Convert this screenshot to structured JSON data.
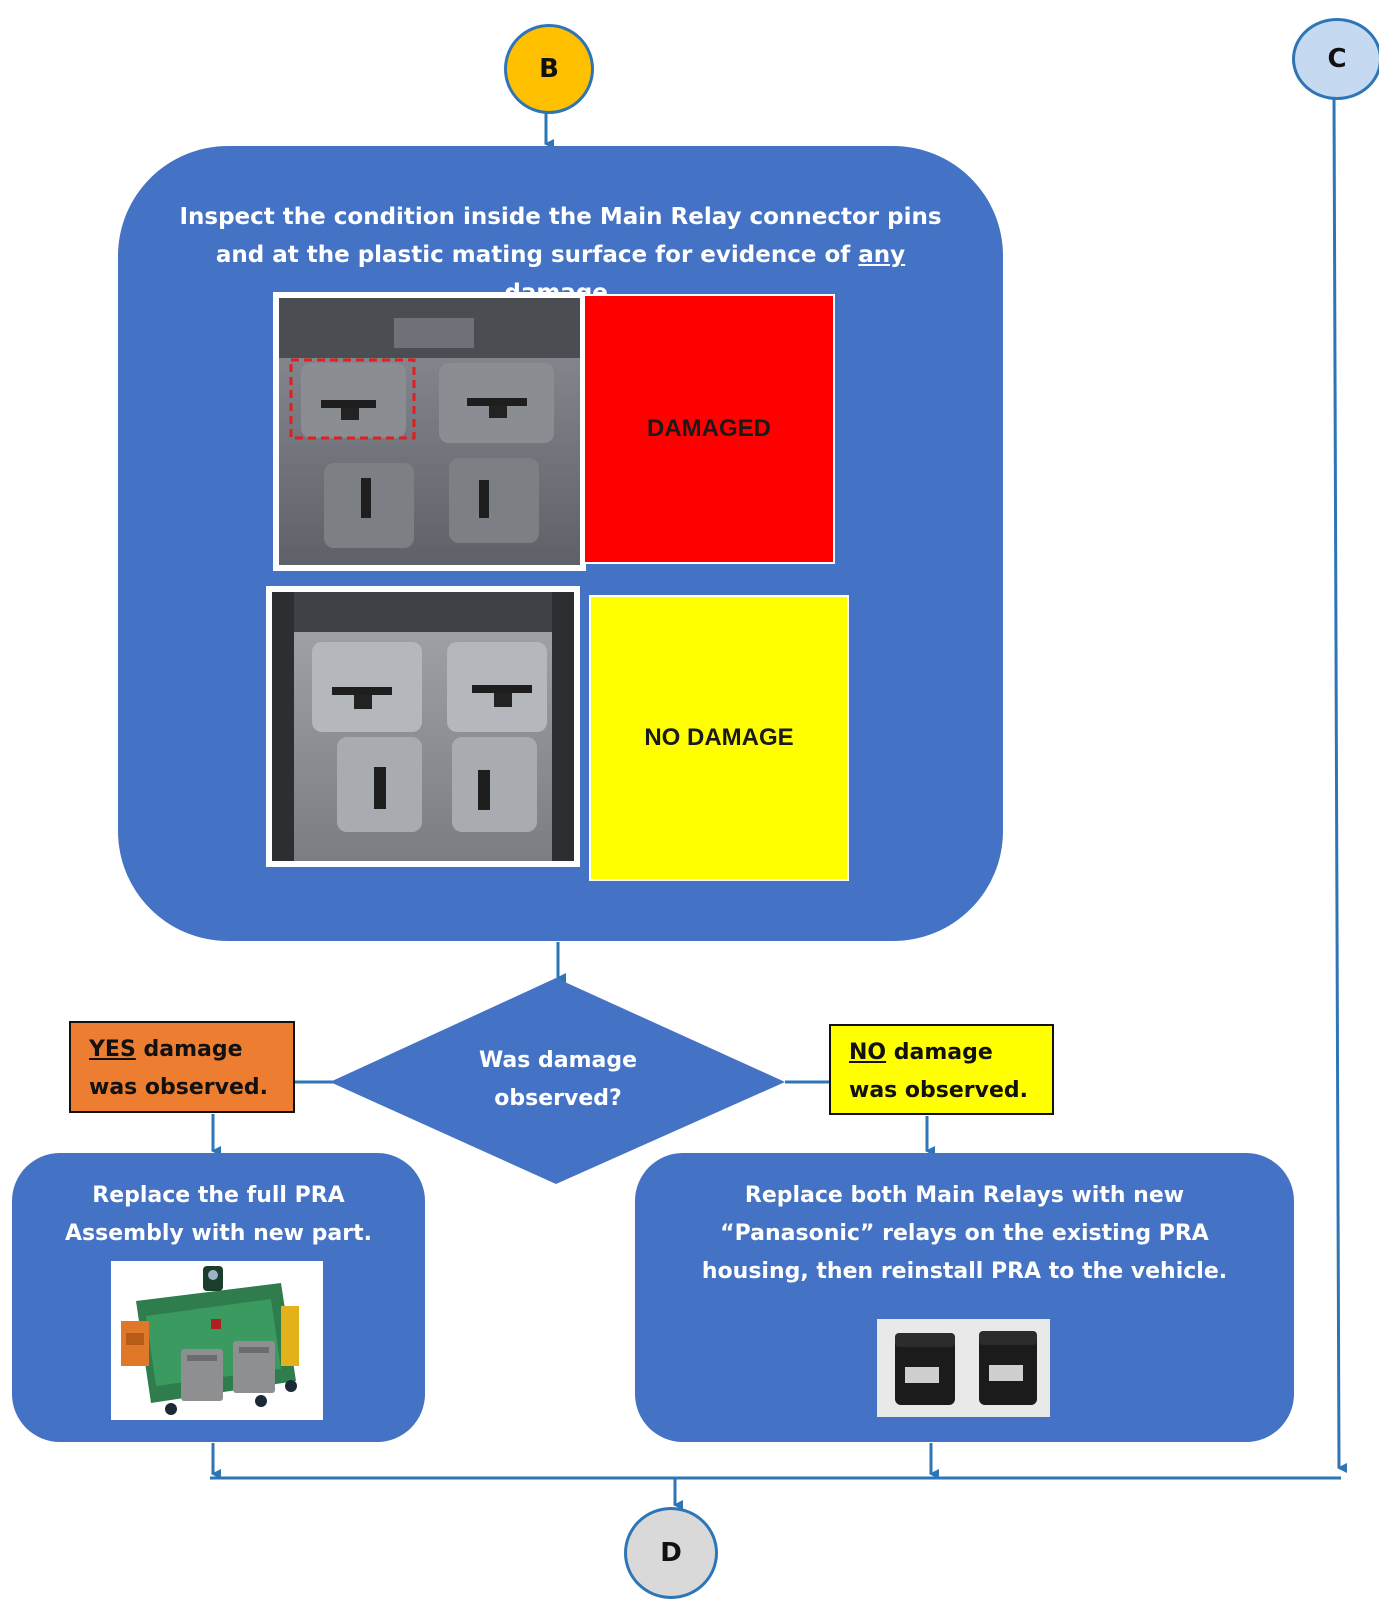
{
  "connectors": {
    "b": "B",
    "c": "C",
    "d": "D"
  },
  "inspect_box": {
    "line1": "Inspect the condition inside the Main Relay connector pins",
    "line2_pre": "and at the plastic mating surface for evidence of ",
    "line2_underlined": "any",
    "line2_post": " damage."
  },
  "status_panels": {
    "damaged": "DAMAGED",
    "no_damage": "NO DAMAGE"
  },
  "decision": {
    "line1": "Was damage",
    "line2": "observed?"
  },
  "yes_label": {
    "underlined": "YES",
    "rest": " damage",
    "line2": "was observed."
  },
  "no_label": {
    "underlined": "NO",
    "rest": " damage",
    "line2": "was observed."
  },
  "replace_full": {
    "line1": "Replace the full PRA",
    "line2": "Assembly with new part."
  },
  "replace_relays": {
    "line1": "Replace both Main  Relays with new",
    "line2": "“Panasonic” relays on the existing PRA",
    "line3": "housing, then reinstall  PRA to the vehicle."
  },
  "colors": {
    "box_blue": "#4472c4",
    "line_blue": "#2e75b6",
    "damaged_red": "#ff0000",
    "no_damage_yellow": "#ffff00",
    "yes_orange": "#ed7d31",
    "connector_b": "#ffc000",
    "connector_c": "#c5d9f0",
    "connector_d": "#d9d9d9"
  }
}
